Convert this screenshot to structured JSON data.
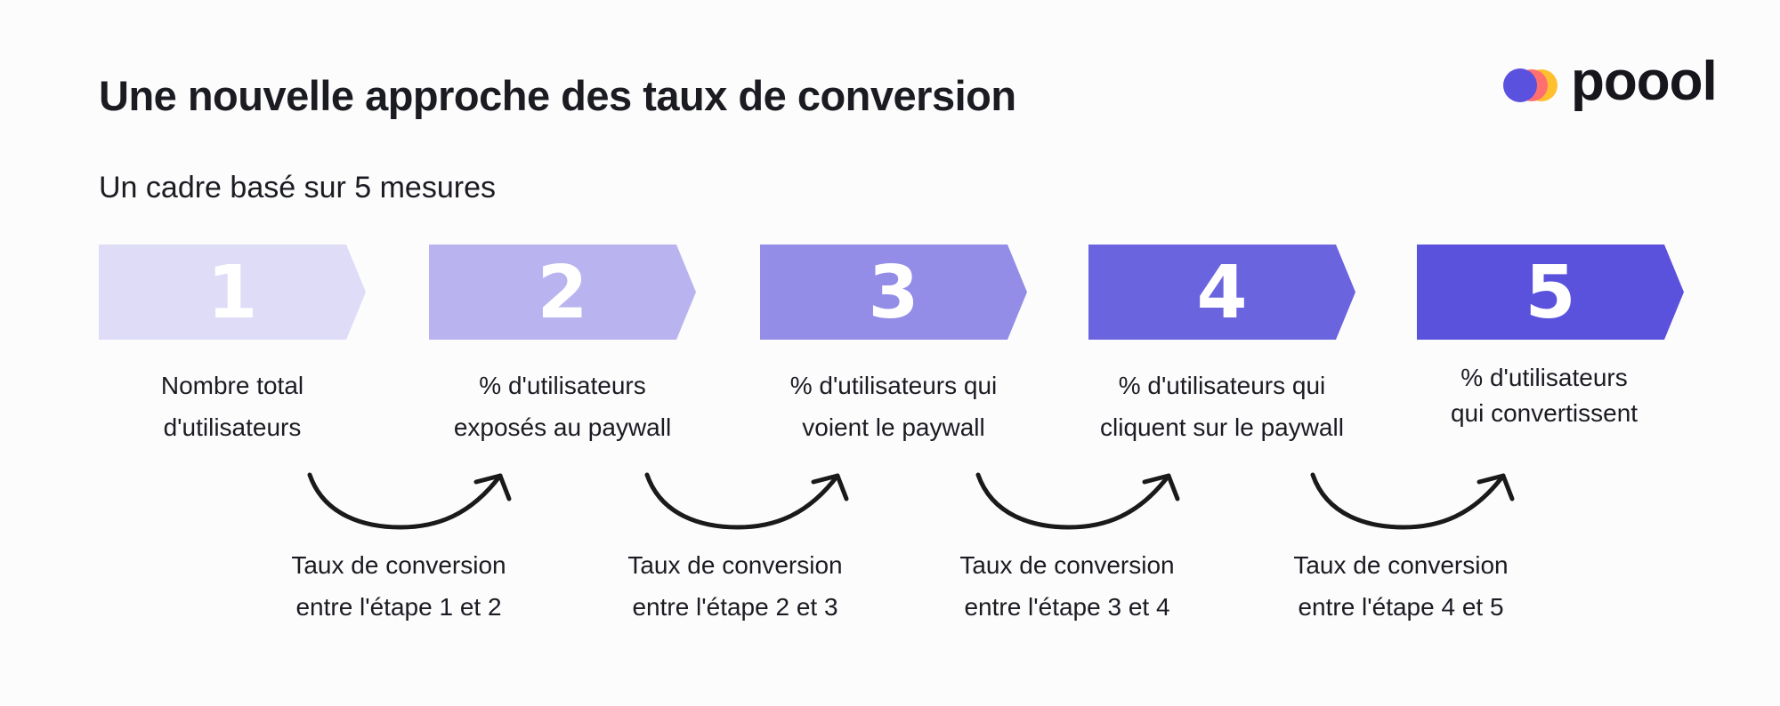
{
  "title": "Une nouvelle approche des taux de conversion",
  "subtitle": "Un cadre basé sur 5 mesures",
  "logo": {
    "text": "poool",
    "colors": [
      "#5a51de",
      "#ff6f6f",
      "#ffc02e"
    ]
  },
  "steps": [
    {
      "number": "1",
      "color": "#dedcf7",
      "label": [
        "Nombre total",
        "d'utilisateurs"
      ]
    },
    {
      "number": "2",
      "color": "#b9b4ef",
      "label": [
        "% d'utilisateurs",
        "exposés au paywall"
      ]
    },
    {
      "number": "3",
      "color": "#938de7",
      "label": [
        "% d'utilisateurs qui",
        "voient le paywall"
      ]
    },
    {
      "number": "4",
      "color": "#6b64df",
      "label": [
        "% d'utilisateurs qui",
        "cliquent sur le paywall"
      ]
    },
    {
      "number": "5",
      "color": "#5a52dc",
      "label": [
        "% d'utilisateurs",
        "qui convertissent"
      ]
    }
  ],
  "rates": [
    {
      "label": [
        "Taux de conversion",
        "entre l'étape 1 et 2"
      ]
    },
    {
      "label": [
        "Taux de conversion",
        "entre l'étape 2 et 3"
      ]
    },
    {
      "label": [
        "Taux de conversion",
        "entre l'étape 3 et 4"
      ]
    },
    {
      "label": [
        "Taux de conversion",
        "entre l'étape 4 et 5"
      ]
    }
  ]
}
